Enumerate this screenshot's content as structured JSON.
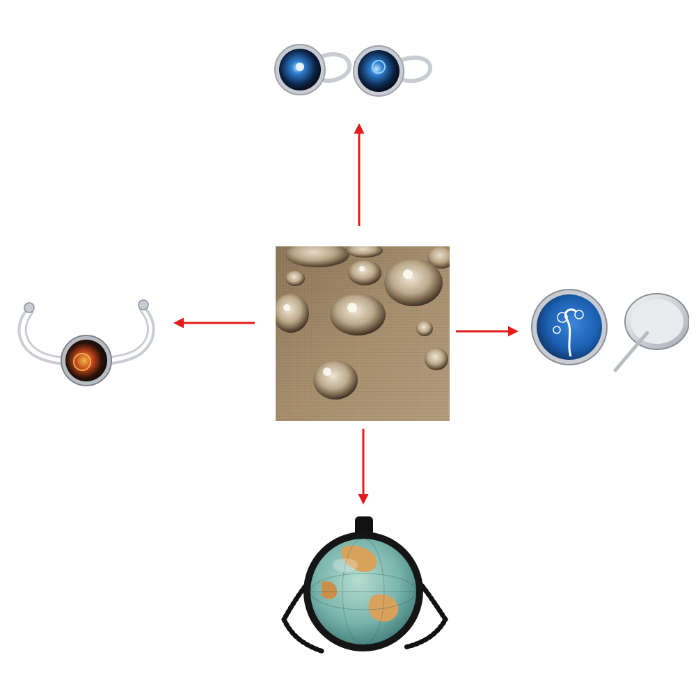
{
  "diagram": {
    "center": {
      "item": "glass-cabochons",
      "background": "#a08866"
    },
    "products": [
      {
        "item": "rings",
        "direction": "up"
      },
      {
        "item": "cuff-bracelet",
        "direction": "left"
      },
      {
        "item": "stud-earrings",
        "direction": "right"
      },
      {
        "item": "pendant-necklace",
        "direction": "down"
      }
    ],
    "colors": {
      "arrow": "#e31b1b",
      "silver": "#c9ccd2",
      "space_blue": "#1b5fb0",
      "burlap": "#a08866",
      "black_metal": "#111111",
      "globe_sea": "#7ab5ad",
      "globe_land": "#d9a25c"
    }
  }
}
